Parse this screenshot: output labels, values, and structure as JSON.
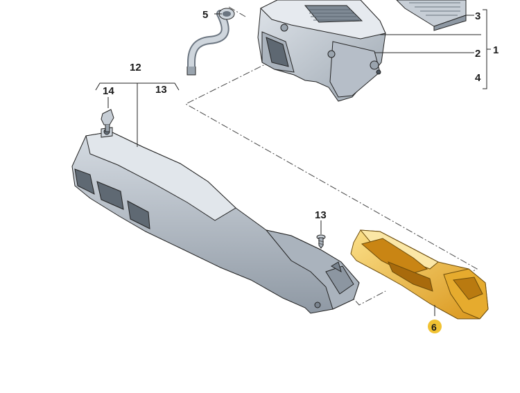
{
  "callouts": {
    "c1": "1",
    "c2": "2",
    "c3": "3",
    "c4": "4",
    "c5": "5",
    "c6": "6",
    "c12": "12",
    "c13a": "13",
    "c13b": "13",
    "c14": "14"
  },
  "colors": {
    "line": "#222222",
    "part_fill": "#c9d0d8",
    "part_shade": "#9aa4ae",
    "part_dark": "#6b7580",
    "highlight_fill": "#f3c04a",
    "highlight_shade": "#d99a1c",
    "highlight_badge": "#f1c232"
  }
}
